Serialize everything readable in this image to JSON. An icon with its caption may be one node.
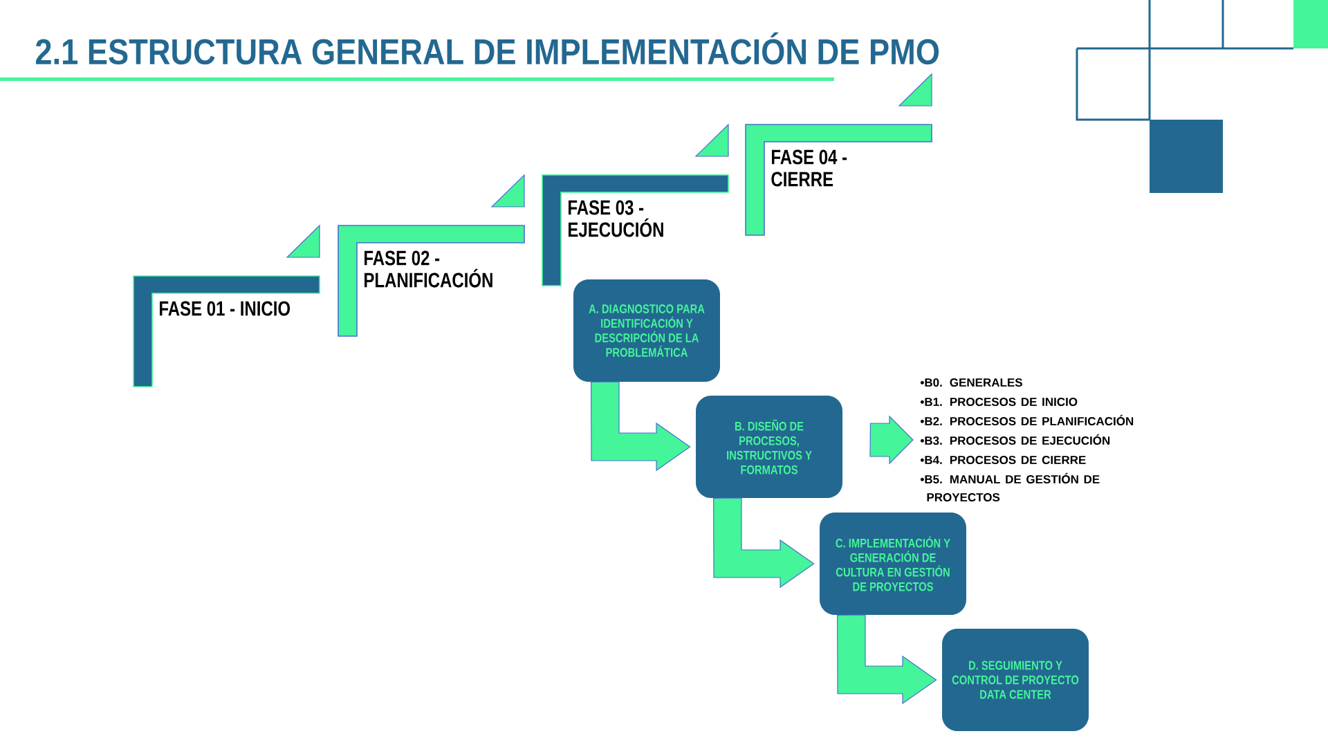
{
  "diagram": {
    "title": "2.1 ESTRUCTURA GENERAL DE IMPLEMENTACIÓN DE PMO",
    "nodes": [
      {
        "text": [
          "FASE 01 - INICIO"
        ]
      },
      {
        "text": [
          "FASE 02 - PLANIFICACIÓN"
        ]
      },
      {
        "text": [
          "FASE 03 - EJECUCIÓN"
        ]
      },
      {
        "text": [
          "FASE 04 - CIERRE"
        ]
      },
      {
        "text": [
          "A. DIAGNOSTICO PARA IDENTIFICACIÓN Y DESCRIPCIÓN DE LA PROBLEMÁTICA"
        ]
      },
      {
        "text": [
          "B. DISEÑO DE PROCESOS, INSTRUCTIVOS Y FORMATOS"
        ]
      },
      {
        "text": [
          "C. IMPLEMENTACIÓN Y GENERACIÓN DE CULTURA EN GESTIÓN DE PROYECTOS"
        ]
      },
      {
        "text": [
          "D. SEGUIMIENTO Y CONTROL DE PROYECTO DATA CENTER"
        ]
      },
      {
        "text": [
          "•B0. GENERALES",
          "•B1. PROCESOS DE INICIO",
          "•B2. PROCESOS DE PLANIFICACIÓN",
          "•B3. PROCESOS DE EJECUCIÓN",
          "•B4. PROCESOS DE CIERRE",
          "•B5. MANUAL DE GESTIÓN DE PROYECTOS"
        ]
      }
    ],
    "edges": [
      {
        "from": 4,
        "to": 5,
        "arrow": "to"
      },
      {
        "from": 5,
        "to": 6,
        "arrow": "to"
      },
      {
        "from": 6,
        "to": 7,
        "arrow": "to"
      },
      {
        "from": 5,
        "to": 8,
        "arrow": "to"
      }
    ]
  }
}
